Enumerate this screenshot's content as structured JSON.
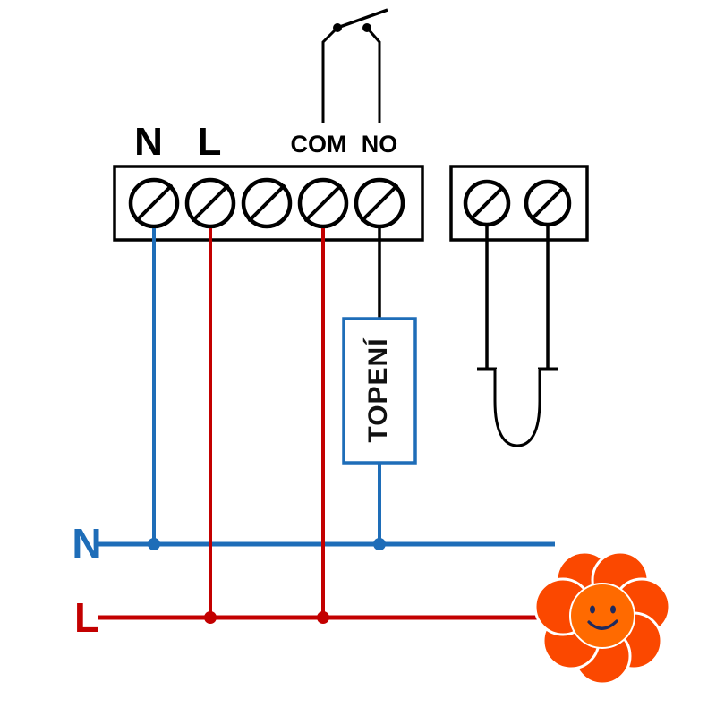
{
  "labels": {
    "terminal_n": "N",
    "terminal_l": "L",
    "terminal_com": "COM",
    "terminal_no": "NO",
    "heater_box": "TOPENÍ",
    "neutral_bus": "N",
    "line_bus": "L"
  },
  "colors": {
    "wire_blue": "#1e6db8",
    "wire_red": "#c30000",
    "wire_black": "#000000",
    "heater_border": "#1e6db8",
    "flower_petal": "#fb4800",
    "flower_center": "#ff6a00",
    "flower_face": "#1e2a5e"
  },
  "structure": {
    "main_block_terminal_count": 5,
    "sensor_block_terminal_count": 2
  },
  "icons": {
    "switch": "relay-contact-icon",
    "sensor": "temperature-probe-icon",
    "flower": "smiley-flower-icon"
  }
}
